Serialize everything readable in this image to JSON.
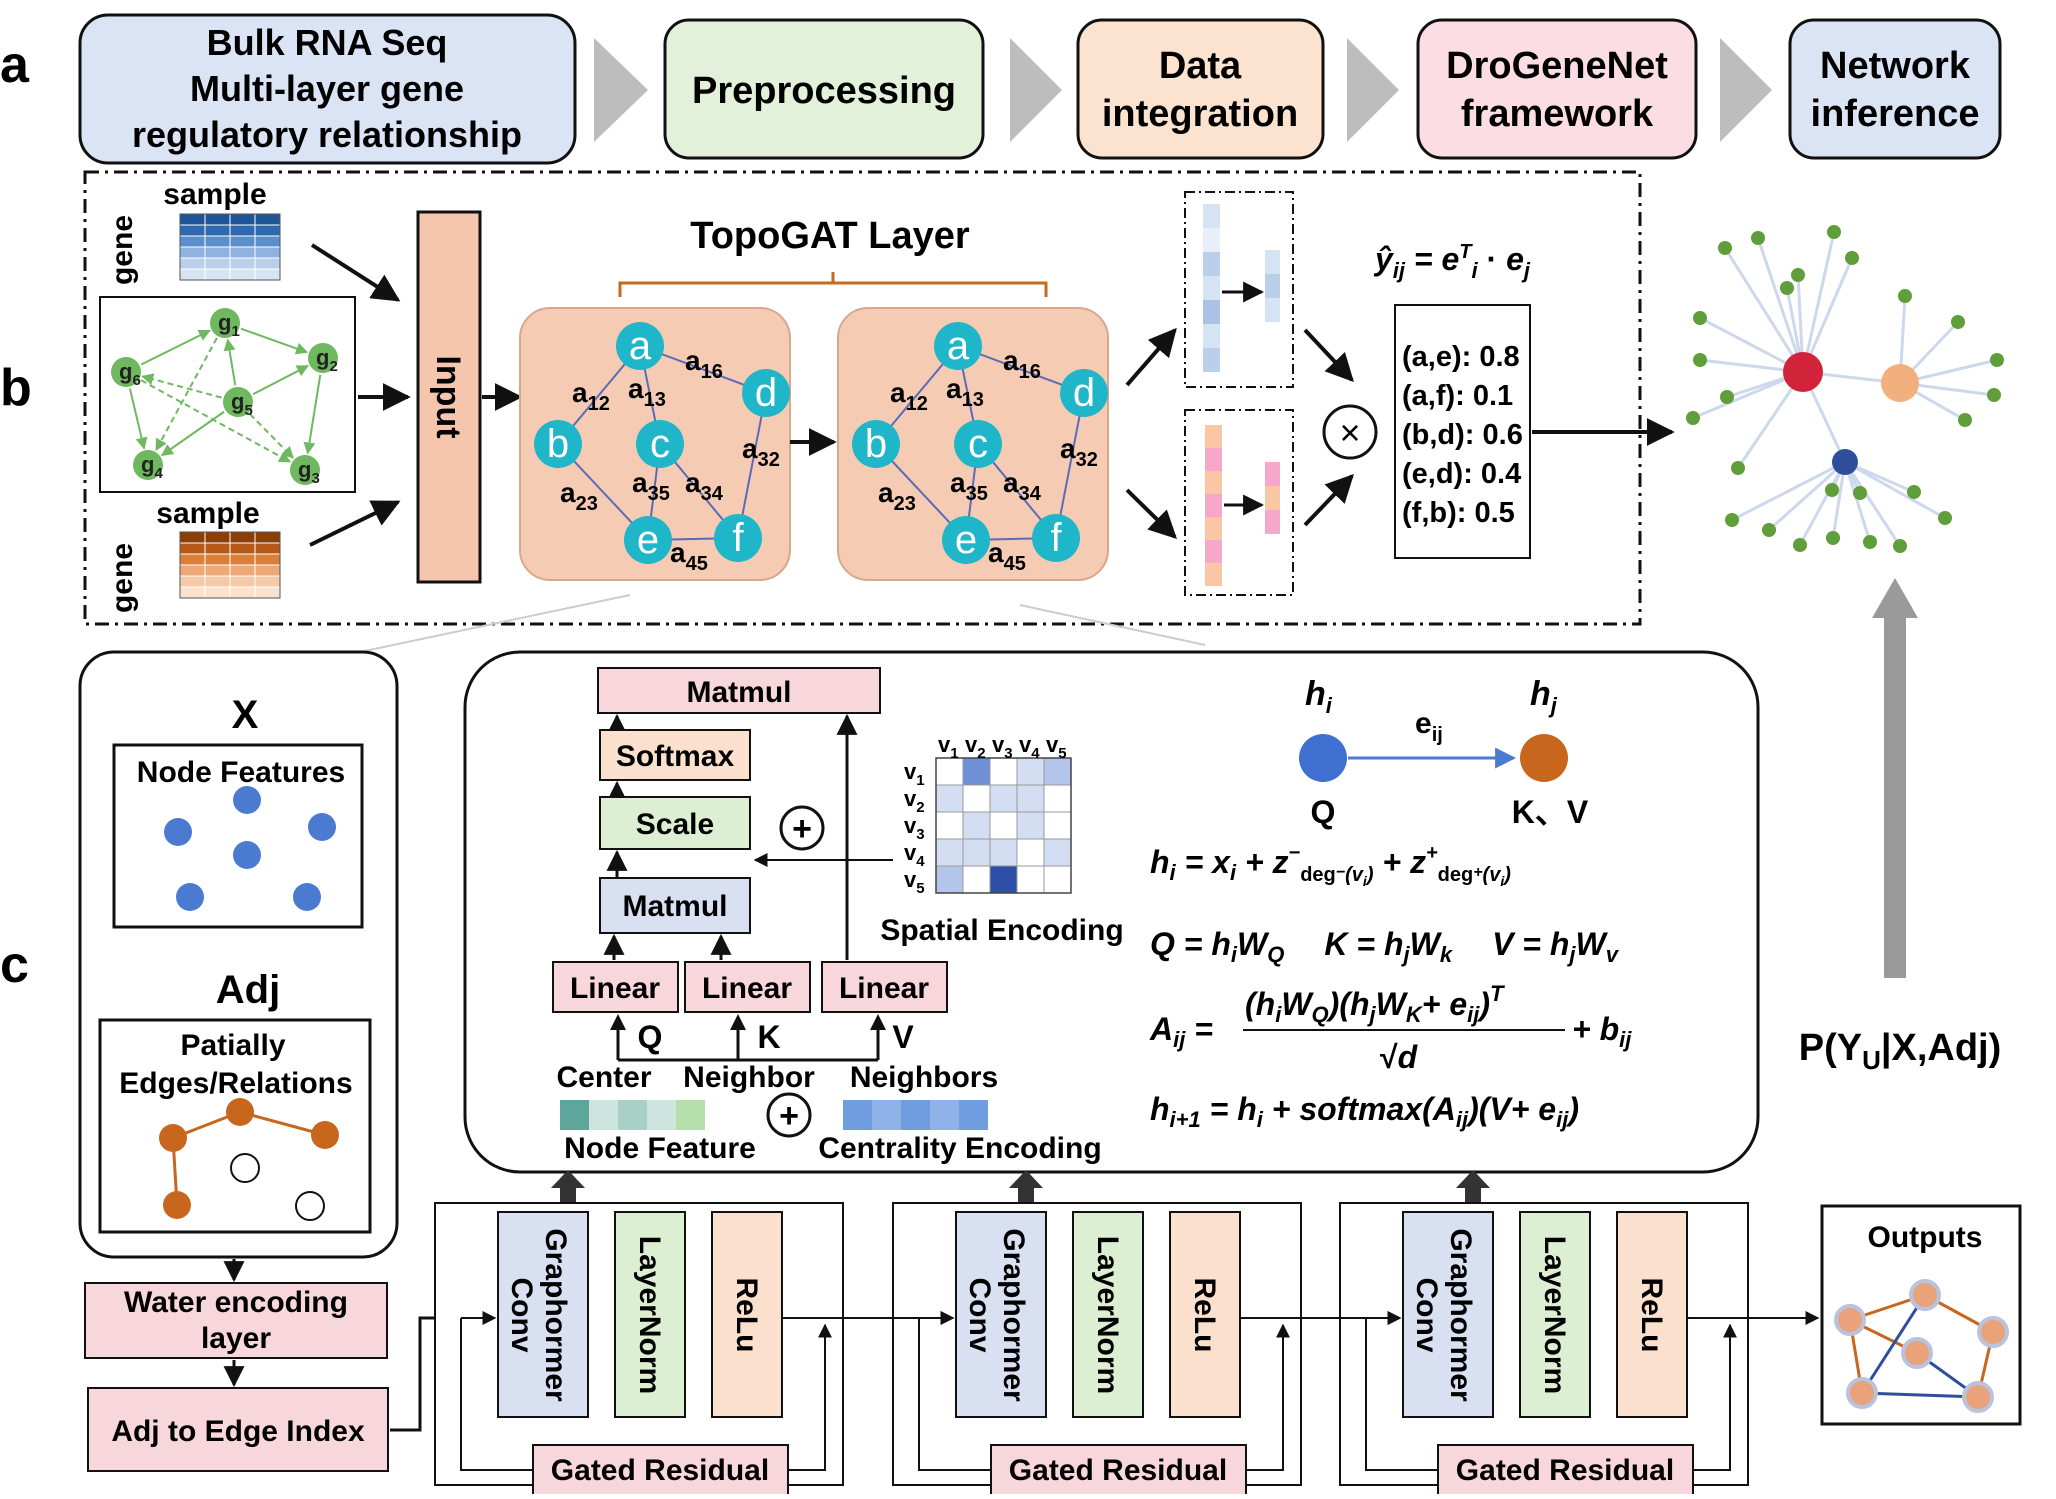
{
  "panel_labels": {
    "a": "a",
    "b": "b",
    "c": "c"
  },
  "pipeline": [
    {
      "lines": [
        "Bulk RNA Seq",
        "Multi-layer gene",
        "regulatory relationship"
      ],
      "fill": "#dbe4f5"
    },
    {
      "lines": [
        "Preprocessing"
      ],
      "fill": "#e3f1da"
    },
    {
      "lines": [
        "Data",
        "integration"
      ],
      "fill": "#fbe3cf"
    },
    {
      "lines": [
        "DroGeneNet",
        "framework"
      ],
      "fill": "#fbdde3"
    },
    {
      "lines": [
        "Network",
        "inference"
      ],
      "fill": "#dbe4f5"
    }
  ],
  "inputs": {
    "matrix_sample": "sample",
    "matrix_gene": "gene",
    "graph_nodes": [
      "g1",
      "g2",
      "g3",
      "g4",
      "g5",
      "g6"
    ],
    "input_label": "Input"
  },
  "topogat": {
    "title": "TopoGAT Layer",
    "nodes": [
      "a",
      "b",
      "c",
      "d",
      "e",
      "f"
    ],
    "edges": [
      "a12",
      "a13",
      "a16",
      "a23",
      "a35",
      "a34",
      "a32",
      "a45"
    ]
  },
  "score": {
    "formula": "ŷij = eiT · ej",
    "pairs": [
      "(a,e): 0.8",
      "(a,f): 0.1",
      "(b,d): 0.6",
      "(e,d): 0.4",
      "(f,b): 0.5"
    ],
    "product": "×"
  },
  "prob_label": "P(YU|X,Adj)",
  "left_box": {
    "x_title": "X",
    "node_features": "Node Features",
    "adj_title": "Adj",
    "edges_label": [
      "Patially",
      "Edges/Relations"
    ]
  },
  "attention": {
    "matmul_top": "Matmul",
    "softmax": "Softmax",
    "scale": "Scale",
    "matmul_bottom": "Matmul",
    "linear": "Linear",
    "q": "Q",
    "k": "K",
    "v": "V",
    "center": "Center",
    "neighbor": "Neighbor",
    "neighbors": "Neighbors",
    "node_feature": "Node Feature",
    "centrality": "Centrality Encoding",
    "spatial": "Spatial Encoding",
    "plus": "+",
    "v_labels": [
      "v1",
      "v2",
      "v3",
      "v4",
      "v5"
    ]
  },
  "formulas": {
    "hi": "hi",
    "hj": "hj",
    "eij": "eij",
    "q": "Q",
    "kv": "K、V",
    "f1": "hi = xi + z⁻deg⁻(vi) + z⁺deg⁺(vi)",
    "f2": "Q = hiWQ     K = hjWk     V = hjWv",
    "f3": "Aij = (hiWQ)(hjWK + eij)T / √d + bij",
    "f4": "hi+1 = hi + softmax(Aij)(V + eij)"
  },
  "pipeline_blocks": {
    "water": [
      "Water encoding",
      "layer"
    ],
    "adj_edge": "Adj to Edge Index",
    "graphormer": [
      "Graphormer",
      "Conv"
    ],
    "layernorm": "LayerNorm",
    "relu": "ReLu",
    "gated": "Gated Residual",
    "outputs": "Outputs"
  },
  "colors": {
    "node_cyan": "#1fb6c9",
    "topo_bg": "#f6cbb3",
    "input_fill": "#f6c5ad",
    "green_node": "#6fb85f",
    "red_node": "#d1233a",
    "orange_node": "#f2b07f",
    "blue_node": "#2f4f9c",
    "feature_blue": "#4a7bd1",
    "adj_orange": "#c9661e",
    "pink_box": "#f8d7dc",
    "blue_box": "#d8e0f2",
    "green_box": "#dcefd3",
    "peach_box": "#fbe1cd"
  }
}
